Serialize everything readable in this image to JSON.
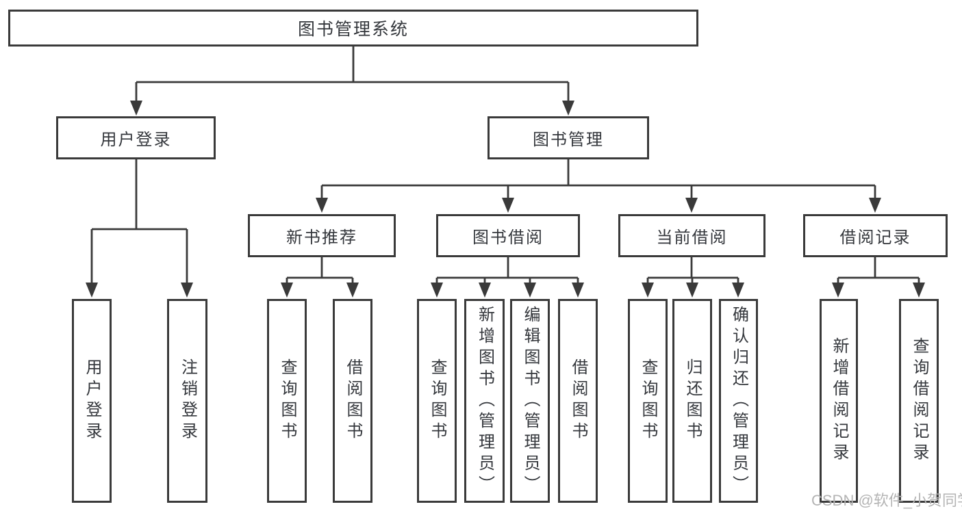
{
  "title": "图书管理系统",
  "nodes": {
    "root": {
      "label": "图书管理系统"
    },
    "user_login": {
      "label": "用户登录"
    },
    "book_management": {
      "label": "图书管理"
    },
    "new_book_recommend": {
      "label": "新书推荐"
    },
    "book_borrowing": {
      "label": "图书借阅"
    },
    "current_borrowing": {
      "label": "当前借阅"
    },
    "borrowing_records": {
      "label": "借阅记录"
    },
    "leaf_user_login": {
      "label": "用户登录"
    },
    "leaf_logout": {
      "label": "注销登录"
    },
    "leaf_query_books_a": {
      "label": "查询图书"
    },
    "leaf_borrow_books_a": {
      "label": "借阅图书"
    },
    "leaf_query_books_b": {
      "label": "查询图书"
    },
    "leaf_add_books_admin": {
      "label": "新增图书（管理员）"
    },
    "leaf_edit_books_admin": {
      "label": "编辑图书（管理员）"
    },
    "leaf_borrow_books_b": {
      "label": "借阅图书"
    },
    "leaf_query_books_c": {
      "label": "查询图书"
    },
    "leaf_return_books": {
      "label": "归还图书"
    },
    "leaf_confirm_return_admin": {
      "label": "确认归还（管理员）"
    },
    "leaf_add_borrow_record": {
      "label": "新增借阅记录"
    },
    "leaf_query_borrow_record": {
      "label": "查询借阅记录"
    }
  },
  "hierarchy": {
    "图书管理系统": {
      "用户登录": [
        "用户登录",
        "注销登录"
      ],
      "图书管理": {
        "新书推荐": [
          "查询图书",
          "借阅图书"
        ],
        "图书借阅": [
          "查询图书",
          "新增图书（管理员）",
          "编辑图书（管理员）",
          "借阅图书"
        ],
        "当前借阅": [
          "查询图书",
          "归还图书",
          "确认归还（管理员）"
        ],
        "借阅记录": [
          "新增借阅记录",
          "查询借阅记录"
        ]
      }
    }
  },
  "watermark": "CSDN @软件_小贺同学",
  "colors": {
    "line": "#3a3a3a",
    "text": "#34373c",
    "watermark": "#b4b4b4",
    "background": "#ffffff"
  }
}
